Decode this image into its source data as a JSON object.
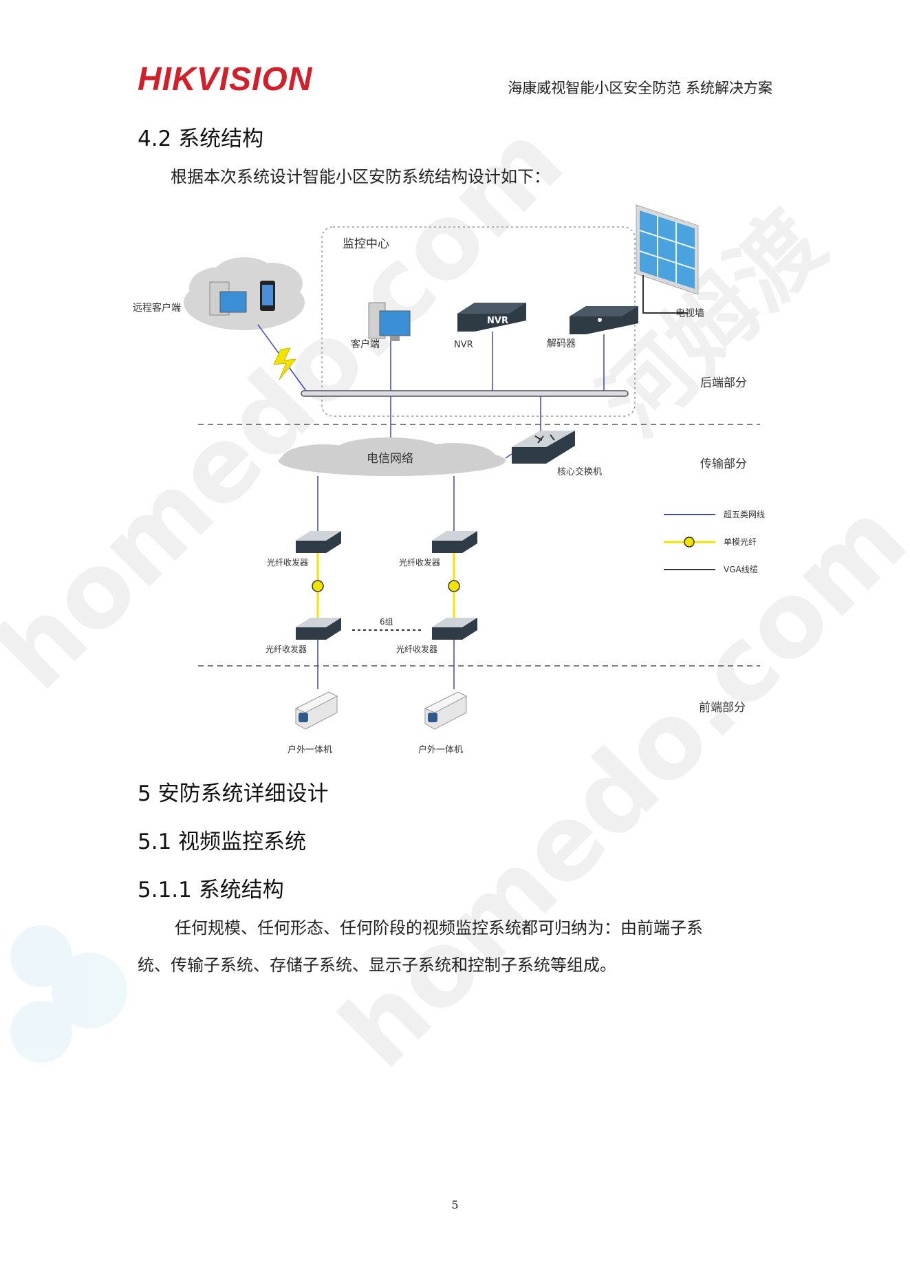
{
  "header": {
    "logo_text": "HIKVISION",
    "doc_title": "海康威视智能小区安全防范 系统解决方案"
  },
  "section_4_2": {
    "heading": "4.2 系统结构",
    "intro": "根据本次系统设计智能小区安防系统结构设计如下："
  },
  "diagram": {
    "monitoring_center": "监控中心",
    "remote_client": "远程客户端",
    "client": "客户端",
    "nvr": "NVR",
    "nvr_badge": "NVR",
    "decoder": "解码器",
    "video_wall": "电视墙",
    "backend": "后端部分",
    "telecom_network": "电信网络",
    "core_switch": "核心交换机",
    "transmission": "传输部分",
    "fiber_transceiver": "光纤收发器",
    "six_groups": "6组",
    "frontend": "前端部分",
    "outdoor_camera": "户外一体机",
    "legend": {
      "cat5e": "超五类网线",
      "single_mode_fiber": "单模光纤",
      "vga_cable": "VGA线缆"
    },
    "colors": {
      "network_line": "#3b47b5",
      "fiber_line": "#f2e400",
      "vga_line": "#333333"
    }
  },
  "section_5": {
    "heading": "5   安防系统详细设计"
  },
  "section_5_1": {
    "heading": "5.1   视频监控系统"
  },
  "section_5_1_1": {
    "heading": "5.1.1 系统结构",
    "paragraph_line1": "任何规模、任何形态、任何阶段的视频监控系统都可归纳为：由前端子系",
    "paragraph_line2": "统、传输子系统、存储子系统、显示子系统和控制子系统等组成。"
  },
  "footer": {
    "page_number": "5"
  },
  "watermark": {
    "site": "homedo.com",
    "brand": "河姆渡"
  }
}
